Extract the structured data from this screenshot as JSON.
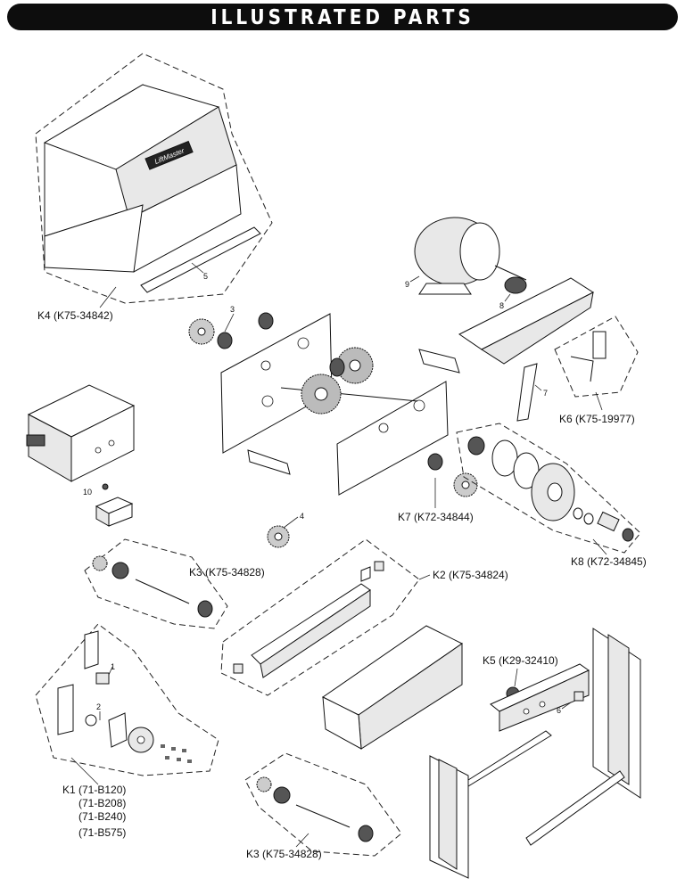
{
  "header": {
    "title": "ILLUSTRATED PARTS"
  },
  "callouts": {
    "k4": "K4 (K75-34842)",
    "k6": "K6 (K75-19977)",
    "k7": "K7 (K72-34844)",
    "k8": "K8 (K72-34845)",
    "k3_top": "K3 (K75-34828)",
    "k2": "K2 (K75-34824)",
    "k5": "K5 (K29-32410)",
    "k1": [
      "K1 (71-B120)",
      "(71-B208)",
      "(71-B240)",
      "(71-B575)"
    ],
    "k3_bottom": "K3 (K75-34828)"
  },
  "item_numbers": {
    "n1": "1",
    "n2": "2",
    "n3": "3",
    "n4": "4",
    "n5": "5",
    "n6": "6",
    "n7": "7",
    "n8": "8",
    "n9": "9",
    "n10": "10"
  },
  "logo_text": "LiftMaster"
}
